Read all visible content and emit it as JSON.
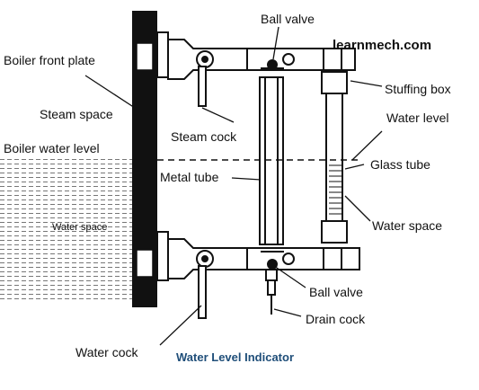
{
  "site_label": "learnmech.com",
  "caption": "Water Level Indicator",
  "labels": {
    "ball_valve_top": "Ball valve",
    "boiler_front_plate": "Boiler front plate",
    "stuffing_box": "Stuffing box",
    "steam_space": "Steam space",
    "water_level": "Water level",
    "steam_cock": "Steam cock",
    "boiler_water_level": "Boiler water level",
    "glass_tube": "Glass  tube",
    "metal_tube": "Metal tube",
    "water_space_right": "Water  space",
    "water_space_left": "Water space",
    "ball_valve_bottom": "Ball valve",
    "drain_cock": "Drain cock",
    "water_cock": "Water cock"
  }
}
